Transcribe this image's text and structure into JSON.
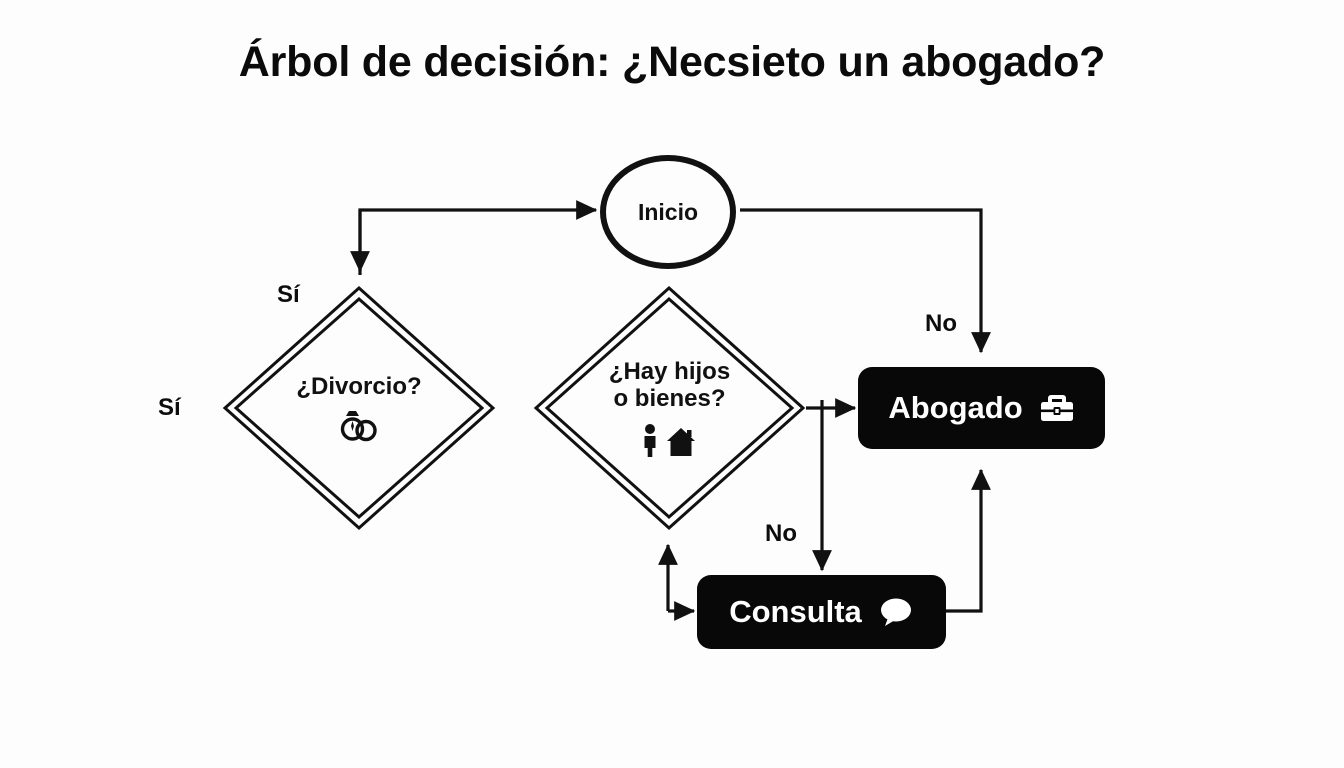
{
  "page": {
    "title": "Árbol de decisión: ¿Necsieto un abogado?",
    "background_color": "#fdfdfd",
    "ink_color": "#111111",
    "pill_color": "#080808",
    "pill_text_color": "#ffffff"
  },
  "nodes": {
    "start": {
      "label": "Inicio",
      "shape": "circle"
    },
    "decision_divorce": {
      "text": "¿Divorcio?",
      "shape": "double-diamond",
      "icons": [
        "wedding-rings-icon"
      ]
    },
    "decision_children_assets": {
      "text": "¿Hay hijos\no bienes?",
      "shape": "double-diamond",
      "icons": [
        "person-icon",
        "house-icon"
      ]
    },
    "outcome_lawyer": {
      "label": "Abogado",
      "shape": "pill",
      "icon": "briefcase-icon"
    },
    "outcome_consultation": {
      "label": "Consulta",
      "shape": "pill",
      "icon": "speech-bubble-icon"
    }
  },
  "edge_labels": {
    "start_to_divorce": "Sí",
    "divorce_left": "Sí",
    "start_to_lawyer": "No",
    "children_to_consultation": "No"
  }
}
